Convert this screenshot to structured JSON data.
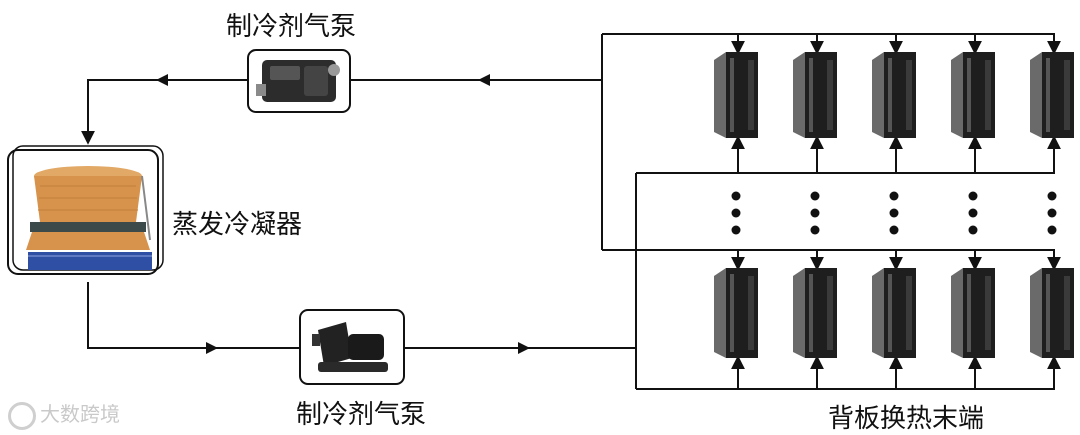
{
  "labels": {
    "top_pump": "制冷剂气泵",
    "condenser": "蒸发冷凝器",
    "bottom_pump": "制冷剂气泵",
    "terminals": "背板换热末端"
  },
  "watermark": "大数跨境",
  "terminal_grid": {
    "columns": 5,
    "rows": [
      "top",
      "bottom"
    ],
    "ellipsis_dots_per_column": 3
  },
  "colors": {
    "line": "#111111",
    "condenser_body": "#d7924b",
    "condenser_top": "#e2a865",
    "condenser_dark_band": "#3d4a4a",
    "basin_blue": "#2f4fa5",
    "cabinet_dark": "#1e1e1e",
    "cabinet_side": "#6a6a6a"
  }
}
